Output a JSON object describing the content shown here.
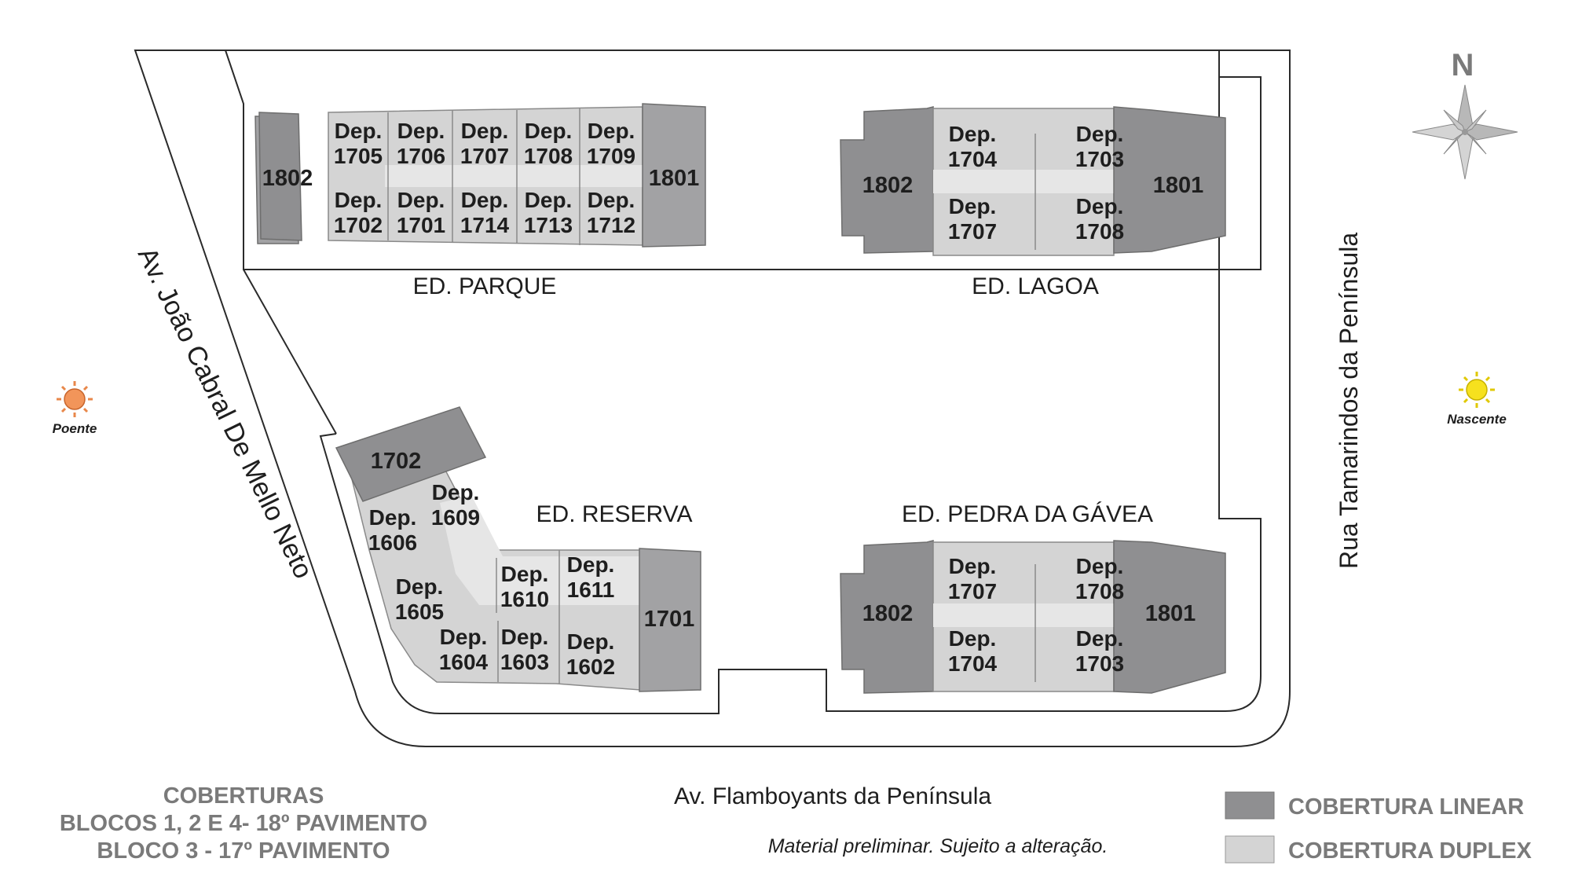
{
  "compass": {
    "label": "N"
  },
  "sun_west": {
    "label": "Poente",
    "color": "#f2955a"
  },
  "sun_east": {
    "label": "Nascente",
    "color": "#f6e11e"
  },
  "streets": {
    "west": "Av. João Cabral De Mello Neto",
    "east": "Rua Tamarindos da Península",
    "south": "Av. Flamboyants da Península"
  },
  "buildings": {
    "parque": {
      "name": "ED. PARQUE",
      "linear_left": "1802",
      "linear_right": "1801",
      "top_units": [
        "Dep. 1705",
        "Dep. 1706",
        "Dep. 1707",
        "Dep. 1708",
        "Dep. 1709"
      ],
      "bottom_units": [
        "Dep. 1702",
        "Dep. 1701",
        "Dep. 1714",
        "Dep. 1713",
        "Dep. 1712"
      ]
    },
    "lagoa": {
      "name": "ED. LAGOA",
      "linear_left": "1802",
      "linear_right": "1801",
      "top_units": [
        "Dep. 1704",
        "Dep. 1703"
      ],
      "bottom_units": [
        "Dep. 1707",
        "Dep. 1708"
      ]
    },
    "reserva": {
      "name": "ED. RESERVA",
      "linear_top": "1702",
      "linear_right": "1701",
      "units": [
        "Dep. 1609",
        "Dep. 1606",
        "Dep. 1605",
        "Dep. 1604",
        "Dep. 1603",
        "Dep. 1610",
        "Dep. 1611",
        "Dep. 1602"
      ]
    },
    "pedra": {
      "name": "ED. PEDRA DA GÁVEA",
      "linear_left": "1802",
      "linear_right": "1801",
      "top_units": [
        "Dep. 1707",
        "Dep. 1708"
      ],
      "bottom_units": [
        "Dep. 1704",
        "Dep. 1703"
      ]
    }
  },
  "title_block": {
    "line1": "COBERTURAS",
    "line2": "BLOCOS 1, 2 E 4- 18º PAVIMENTO",
    "line3": "BLOCO 3 - 17º PAVIMENTO"
  },
  "disclaimer": "Material preliminar. Sujeito a alteração.",
  "legend": [
    {
      "label": "COBERTURA LINEAR",
      "color": "#8f8f91"
    },
    {
      "label": "COBERTURA DUPLEX",
      "color": "#d4d4d4"
    }
  ]
}
